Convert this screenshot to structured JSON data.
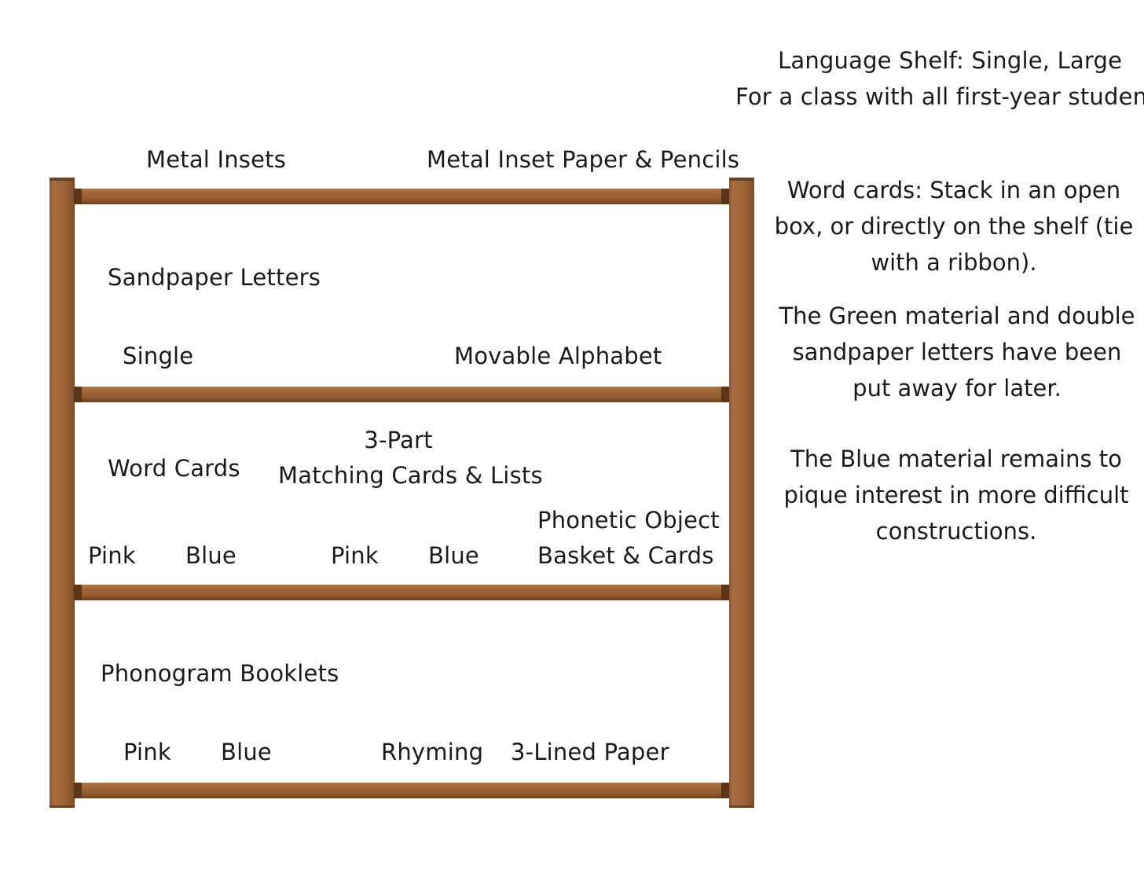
{
  "header": {
    "title": "Language Shelf: Single, Large",
    "subtitle": "For a class with all first-year students"
  },
  "shelf": {
    "top": {
      "left": "Metal Insets",
      "right": "Metal Inset Paper & Pencils"
    },
    "shelf1": {
      "heading": "Sandpaper Letters",
      "single": "Single",
      "movable_alphabet": "Movable Alphabet"
    },
    "shelf2": {
      "word_cards": "Word Cards",
      "three_part_line1": "3-Part",
      "three_part_line2": "Matching Cards & Lists",
      "pink_1": "Pink",
      "blue_1": "Blue",
      "pink_2": "Pink",
      "blue_2": "Blue",
      "phonetic_line1": "Phonetic Object",
      "phonetic_line2": "Basket & Cards"
    },
    "shelf3": {
      "heading": "Phonogram Booklets",
      "pink": "Pink",
      "blue": "Blue",
      "rhyming": "Rhyming",
      "lined_paper": "3-Lined Paper"
    }
  },
  "notes": {
    "word_cards": "Word cards: Stack in an open box, or directly on the shelf (tie with a ribbon).",
    "green_material": "The Green material and double sandpaper letters have been put away for later.",
    "blue_material": "The Blue material remains to pique interest in more difficult constructions."
  },
  "colors": {
    "wood": "#9c6337",
    "wood_dark": "#6e4120",
    "text": "#1a1a1a"
  }
}
